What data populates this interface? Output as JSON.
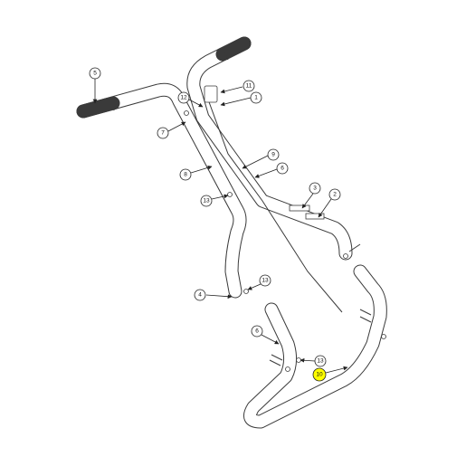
{
  "callouts": [
    {
      "label": "1"
    },
    {
      "label": "2"
    },
    {
      "label": "3"
    },
    {
      "label": "4"
    },
    {
      "label": "5"
    },
    {
      "label": "6"
    },
    {
      "label": "6"
    },
    {
      "label": "7"
    },
    {
      "label": "8"
    },
    {
      "label": "9"
    },
    {
      "label": "10",
      "highlighted": true
    },
    {
      "label": "11"
    },
    {
      "label": "12"
    },
    {
      "label": "13"
    },
    {
      "label": "13"
    },
    {
      "label": "13"
    }
  ],
  "colors": {
    "highlight": "#ffff00",
    "line": "#3a3a3a"
  }
}
